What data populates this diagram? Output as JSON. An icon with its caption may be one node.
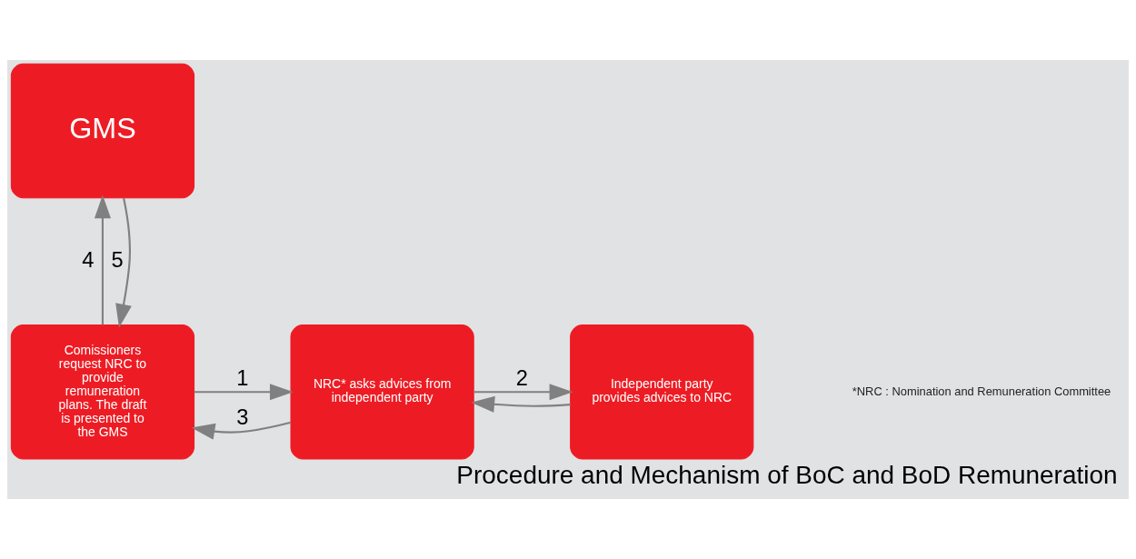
{
  "diagram": {
    "title": "Procedure and Mechanism of BoC and BoD Remuneration",
    "nodes": [
      {
        "text": [
          "Comissioners request NRC to provide remuneration plans. The draft is presented to the GMS"
        ]
      },
      {
        "text": [
          "NRC* asks advices from independent party"
        ]
      },
      {
        "text": [
          "Independent party provides advices to NRC"
        ]
      },
      {
        "text": [
          "GMS"
        ]
      }
    ],
    "edges": [
      {
        "from": 0,
        "to": 1,
        "arrow": "to",
        "label": "1"
      },
      {
        "from": 1,
        "to": 0,
        "arrow": "to",
        "label": "3"
      },
      {
        "from": 1,
        "to": 2,
        "arrow": "to",
        "label": "2"
      },
      {
        "from": 2,
        "to": 1,
        "arrow": "to"
      },
      {
        "from": 0,
        "to": 3,
        "arrow": "to",
        "label": "4"
      },
      {
        "from": 3,
        "to": 0,
        "arrow": "to",
        "label": "5"
      }
    ],
    "labels": [
      "*NRC : Nomination and Remuneration Committee"
    ]
  }
}
